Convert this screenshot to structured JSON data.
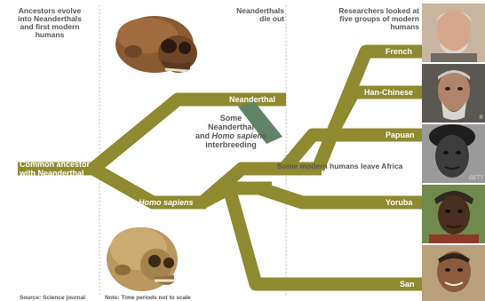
{
  "headers": {
    "ancestors": [
      "Ancestors evolve",
      "into Neanderthals",
      "and first modern",
      "humans"
    ],
    "dieout": [
      "Neanderthals",
      "die out"
    ],
    "researchers": [
      "Researchers looked at",
      "five groups of modern",
      "humans"
    ]
  },
  "branches": {
    "common_ancestor": [
      "Common ancestor",
      "with Neanderthal"
    ],
    "neanderthal": "Neanderthal",
    "homo_sapiens": "Homo sapiens",
    "french": "French",
    "han_chinese": "Han-Chinese",
    "papuan": "Papuan",
    "yoruba": "Yoruba",
    "san": "San"
  },
  "annotations": {
    "interbreeding": [
      "Some",
      "Neanderthal",
      "and ",
      "Homo sapiens",
      "interbreeding"
    ],
    "leave_africa": "Some modern humans leave Africa"
  },
  "footer": {
    "source": "Source: Science journal",
    "note": "Note: Time periods not to scale"
  },
  "photo_credits": {
    "han_chinese": "R",
    "papuan": "GETT"
  },
  "colors": {
    "branch": "#8e8a2f",
    "interbreeding": "#5f8566",
    "divider": "#bdbdbd",
    "header_text": "#555555"
  }
}
